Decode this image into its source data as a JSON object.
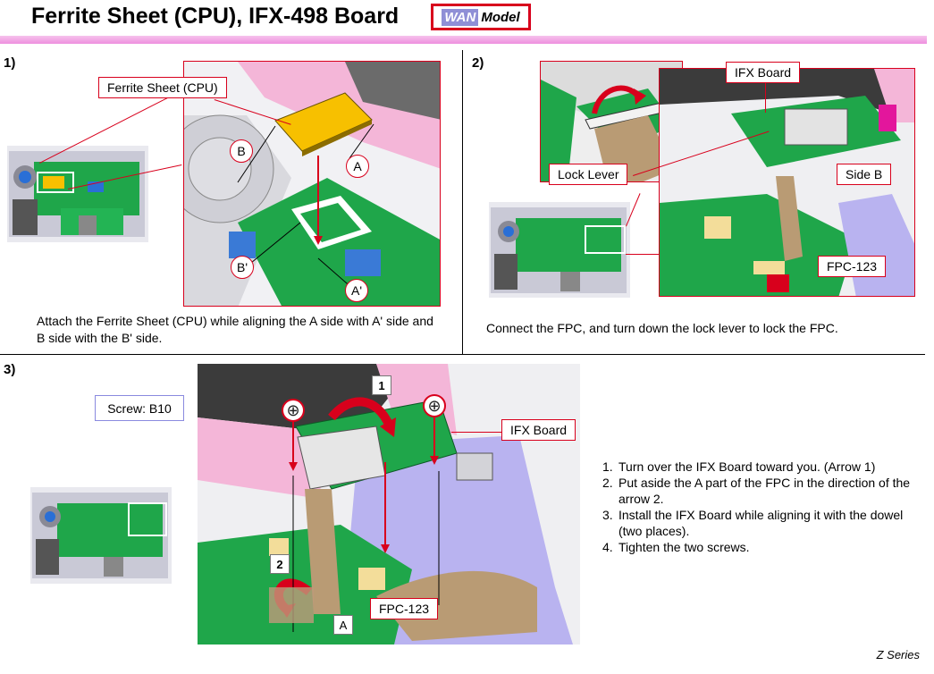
{
  "header": {
    "title": "Ferrite Sheet (CPU), IFX-498 Board",
    "badge_wan": "WAN",
    "badge_model": "Model"
  },
  "step1": {
    "number": "1)",
    "callout": "Ferrite Sheet (CPU)",
    "label_a": "A",
    "label_b": "B",
    "label_a_prime": "A'",
    "label_b_prime": "B'",
    "caption": "Attach the Ferrite Sheet (CPU) while aligning the A side with A' side and B side with the B' side."
  },
  "step2": {
    "number": "2)",
    "callout_ifx": "IFX Board",
    "callout_lock": "Lock Lever",
    "callout_side_b": "Side B",
    "callout_fpc": "FPC-123",
    "caption": "Connect the FPC, and turn down the lock lever to lock the FPC."
  },
  "step3": {
    "number": "3)",
    "screw": "Screw: B10",
    "callout_ifx": "IFX Board",
    "callout_fpc": "FPC-123",
    "arrow1": "1",
    "arrow2": "2",
    "label_a": "A",
    "instructions": [
      {
        "num": "1.",
        "text": "Turn over the IFX Board toward you. (Arrow 1)"
      },
      {
        "num": "2.",
        "text": "Put aside the A part of the FPC in the direction of the arrow 2."
      },
      {
        "num": "3.",
        "text": "Install the IFX Board while aligning it with the dowel (two places)."
      },
      {
        "num": "4.",
        "text": "Tighten the two screws."
      }
    ]
  },
  "footer": "Z Series",
  "colors": {
    "accent_red": "#d8001c",
    "board_green": "#1fa64a",
    "ferrite_yellow": "#f7c000",
    "case_pink": "#f4b6d8",
    "case_lavender": "#b9b3f0",
    "fpc_brown": "#b99b74"
  }
}
